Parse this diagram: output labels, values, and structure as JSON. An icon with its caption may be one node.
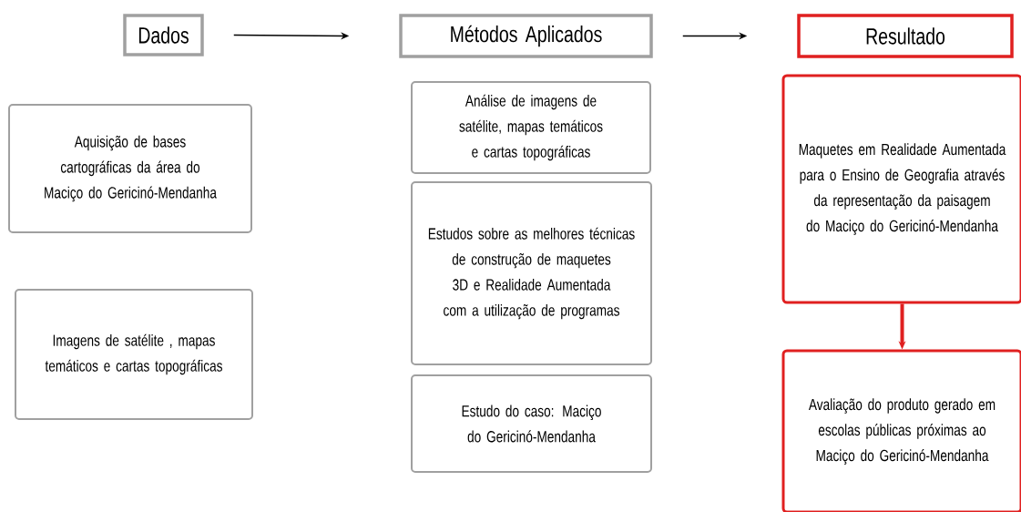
{
  "diagram": {
    "nodes": [
      {
        "text": [
          "Dados"
        ]
      },
      {
        "text": [
          "Métodos Aplicados"
        ]
      },
      {
        "text": [
          "Resultado"
        ]
      },
      {
        "text": [
          "Aquisição de bases cartográficas da área do Maciço do Gericinó-Mendanha"
        ]
      },
      {
        "text": [
          "Imagens de satélite , mapas temáticos e cartas topográficas"
        ]
      },
      {
        "text": [
          "Análise de imagens de satélite, mapas temáticos e cartas topográficas"
        ]
      },
      {
        "text": [
          "Estudos sobre as melhores técnicas de construção de maquetes 3D e Realidade Aumentada com a utilização de programas"
        ]
      },
      {
        "text": [
          "Estudo do caso: Maciço do Gericinó-Mendanha"
        ]
      },
      {
        "text": [
          "Maquetes em Realidade Aumentada para o Ensino de Geografia através da representação da paisagem do Maciço do Gericinó-Mendanha"
        ]
      },
      {
        "text": [
          "Avaliação do produto gerado em escolas públicas próximas ao Maciço do Gericinó-Mendanha"
        ]
      }
    ],
    "edges": [
      {
        "from": 0,
        "to": 1,
        "arrow": "to"
      },
      {
        "from": 1,
        "to": 2,
        "arrow": "to"
      },
      {
        "from": 8,
        "to": 9,
        "arrow": "to",
        "style": "thick",
        "color": "#e02020"
      }
    ]
  }
}
